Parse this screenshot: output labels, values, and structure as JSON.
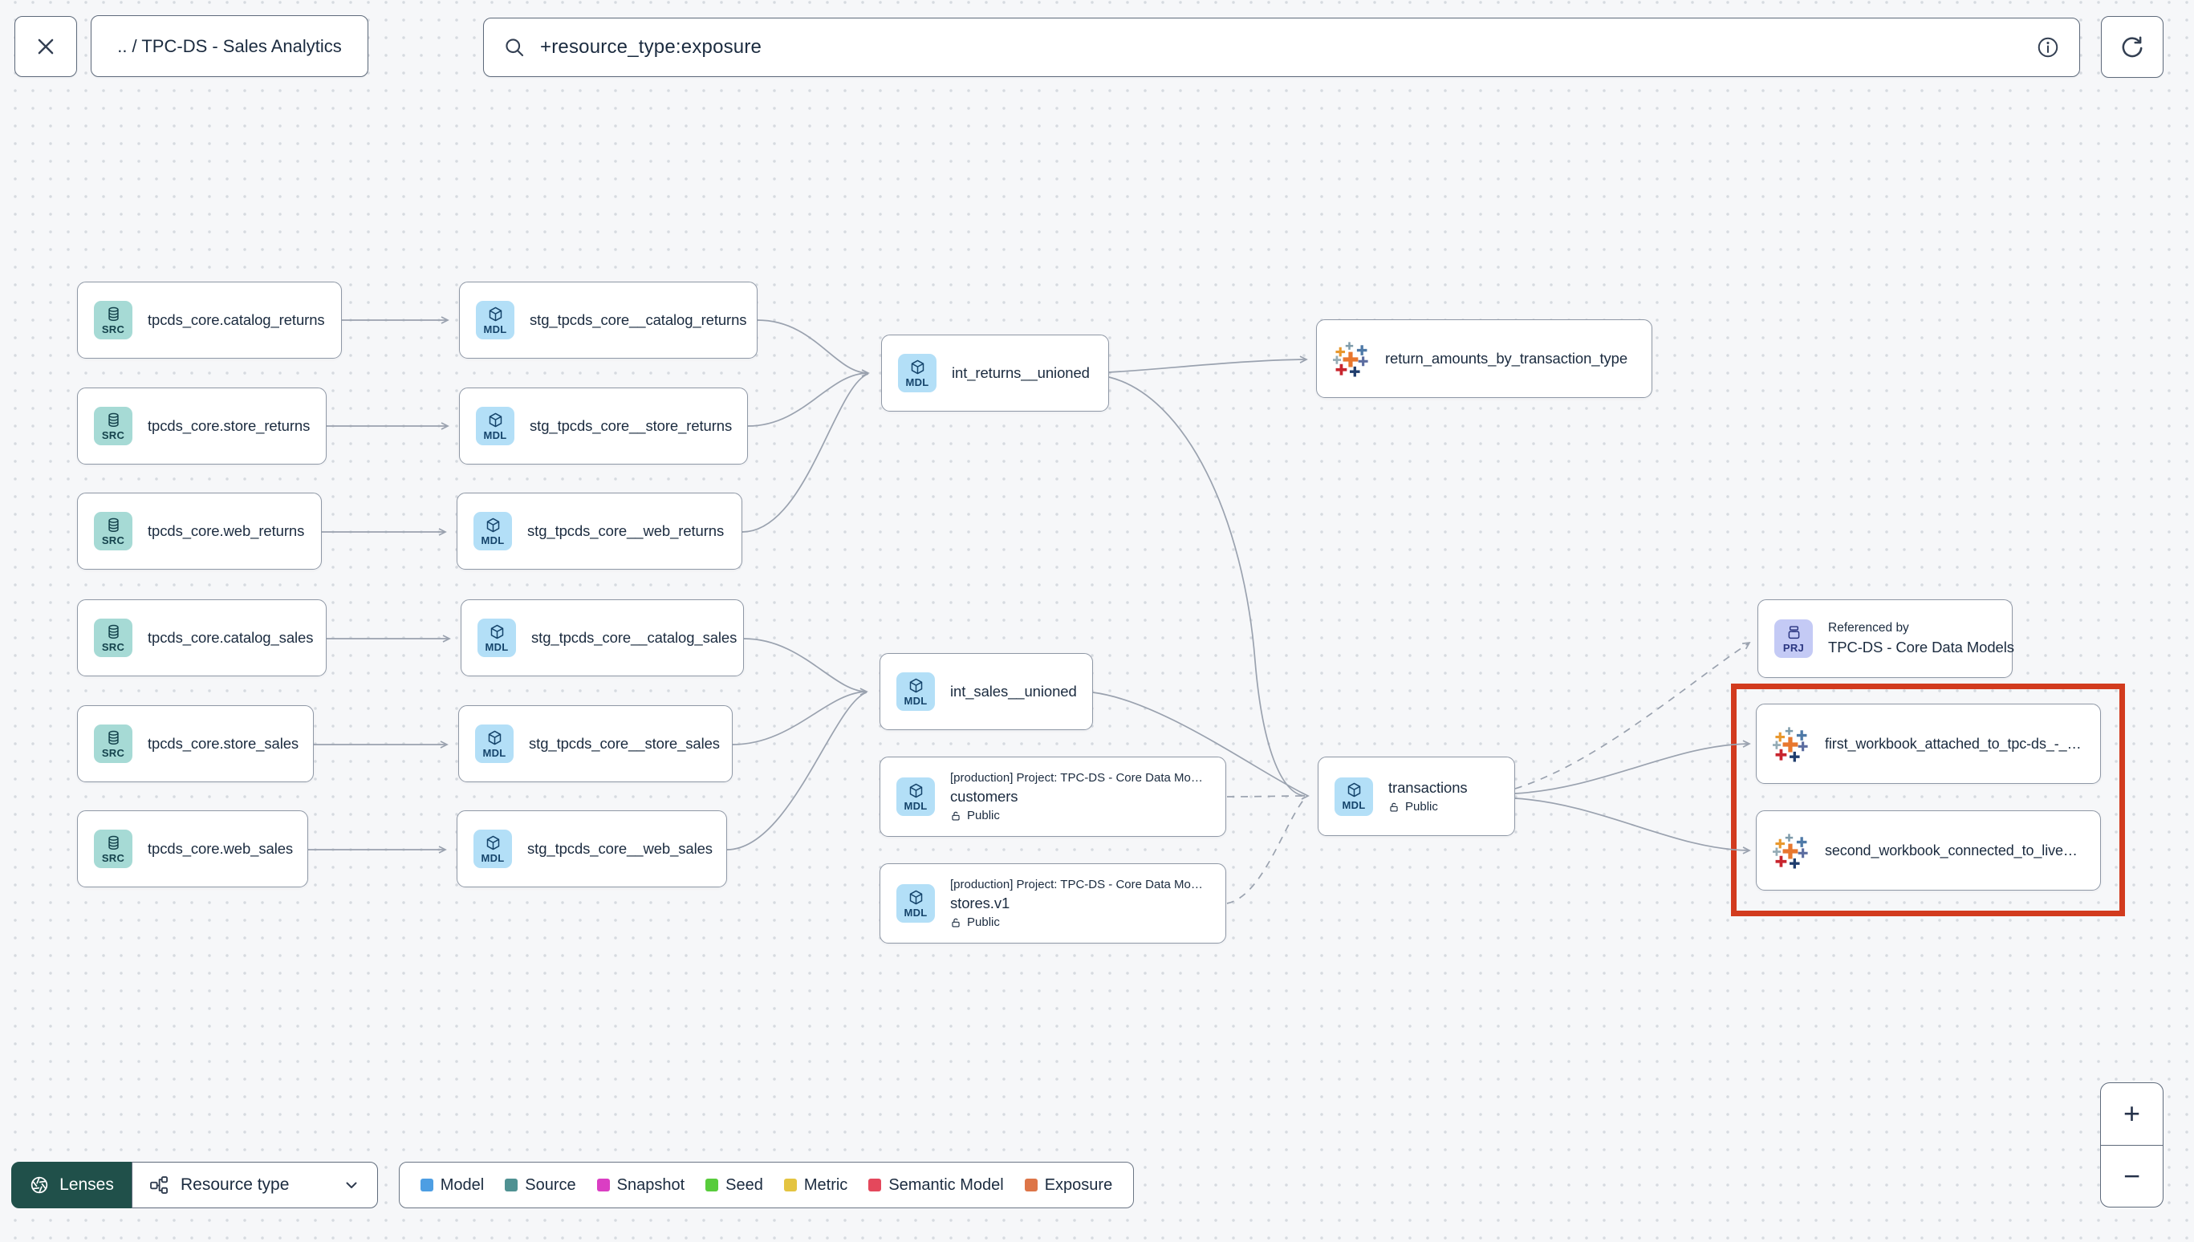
{
  "topbar": {
    "breadcrumb": ".. / TPC-DS - Sales Analytics",
    "search_value": "+resource_type:exposure"
  },
  "graph": {
    "badges": {
      "src": "SRC",
      "mdl": "MDL",
      "prj": "PRJ"
    },
    "nodes": {
      "src_catalog_returns": {
        "label": "tpcds_core.catalog_returns"
      },
      "src_store_returns": {
        "label": "tpcds_core.store_returns"
      },
      "src_web_returns": {
        "label": "tpcds_core.web_returns"
      },
      "src_catalog_sales": {
        "label": "tpcds_core.catalog_sales"
      },
      "src_store_sales": {
        "label": "tpcds_core.store_sales"
      },
      "src_web_sales": {
        "label": "tpcds_core.web_sales"
      },
      "stg_catalog_returns": {
        "label": "stg_tpcds_core__catalog_returns"
      },
      "stg_store_returns": {
        "label": "stg_tpcds_core__store_returns"
      },
      "stg_web_returns": {
        "label": "stg_tpcds_core__web_returns"
      },
      "stg_catalog_sales": {
        "label": "stg_tpcds_core__catalog_sales"
      },
      "stg_store_sales": {
        "label": "stg_tpcds_core__store_sales"
      },
      "stg_web_sales": {
        "label": "stg_tpcds_core__web_sales"
      },
      "int_returns": {
        "label": "int_returns__unioned"
      },
      "int_sales": {
        "label": "int_sales__unioned"
      },
      "return_amounts": {
        "label": "return_amounts_by_transaction_type"
      },
      "customers": {
        "project": "[production] Project: TPC-DS - Core Data Mo…",
        "label": "customers",
        "access": "Public"
      },
      "stores": {
        "project": "[production] Project: TPC-DS - Core Data Mo…",
        "label": "stores.v1",
        "access": "Public"
      },
      "transactions": {
        "label": "transactions",
        "access": "Public"
      },
      "referenced_by": {
        "title": "Referenced by",
        "label": "TPC-DS - Core Data Models"
      },
      "first_workbook": {
        "label": "first_workbook_attached_to_tpc-ds_-_…"
      },
      "second_workbook": {
        "label": "second_workbook_connected_to_live…"
      }
    }
  },
  "legend": {
    "items": [
      {
        "label": "Model",
        "color": "#4D9EE3"
      },
      {
        "label": "Source",
        "color": "#4F9192"
      },
      {
        "label": "Snapshot",
        "color": "#DA3EC3"
      },
      {
        "label": "Seed",
        "color": "#58CC3C"
      },
      {
        "label": "Metric",
        "color": "#E4C441"
      },
      {
        "label": "Semantic Model",
        "color": "#E4485C"
      },
      {
        "label": "Exposure",
        "color": "#DD7548"
      }
    ]
  },
  "controls": {
    "lenses": "Lenses",
    "resource_type": "Resource type",
    "zoom_in": "+",
    "zoom_out": "−"
  },
  "colors": {
    "model_chip": "#B3DFF7",
    "source_chip": "#A6DAD5",
    "project_chip": "#C4CAF5",
    "highlight_box": "#D23B1E",
    "edge": "#9AA2AF"
  }
}
